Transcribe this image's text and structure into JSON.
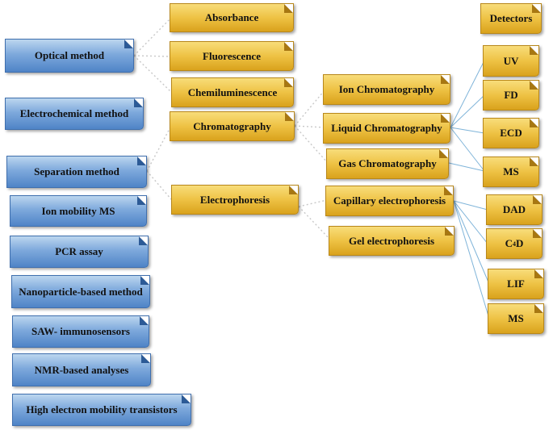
{
  "colors": {
    "method_box": "#6f9fd8",
    "detail_box": "#eec244",
    "dotted_link": "#c8c8c8",
    "detector_link": "#7fb4d9"
  },
  "methods": [
    "Optical method",
    "Electrochemical method",
    "Separation method",
    "Ion mobility MS",
    "PCR assay",
    "Nanoparticle-based method",
    "SAW- immunosensors",
    "NMR-based analyses",
    "High electron mobility transistors"
  ],
  "optical_items": [
    "Absorbance",
    "Fluorescence",
    "Chemiluminescence"
  ],
  "separation_items": [
    "Chromatography",
    "Electrophoresis"
  ],
  "chromatography_items": [
    "Ion Chromatography",
    "Liquid Chromatography",
    "Gas Chromatography"
  ],
  "electrophoresis_items": [
    "Capillary electrophoresis",
    "Gel electrophoresis"
  ],
  "detectors": {
    "header": "Detectors",
    "lc": [
      "UV",
      "FD",
      "ECD",
      "MS"
    ],
    "ce": [
      "DAD",
      "C",
      "4",
      "D",
      "LIF",
      "MS"
    ]
  }
}
